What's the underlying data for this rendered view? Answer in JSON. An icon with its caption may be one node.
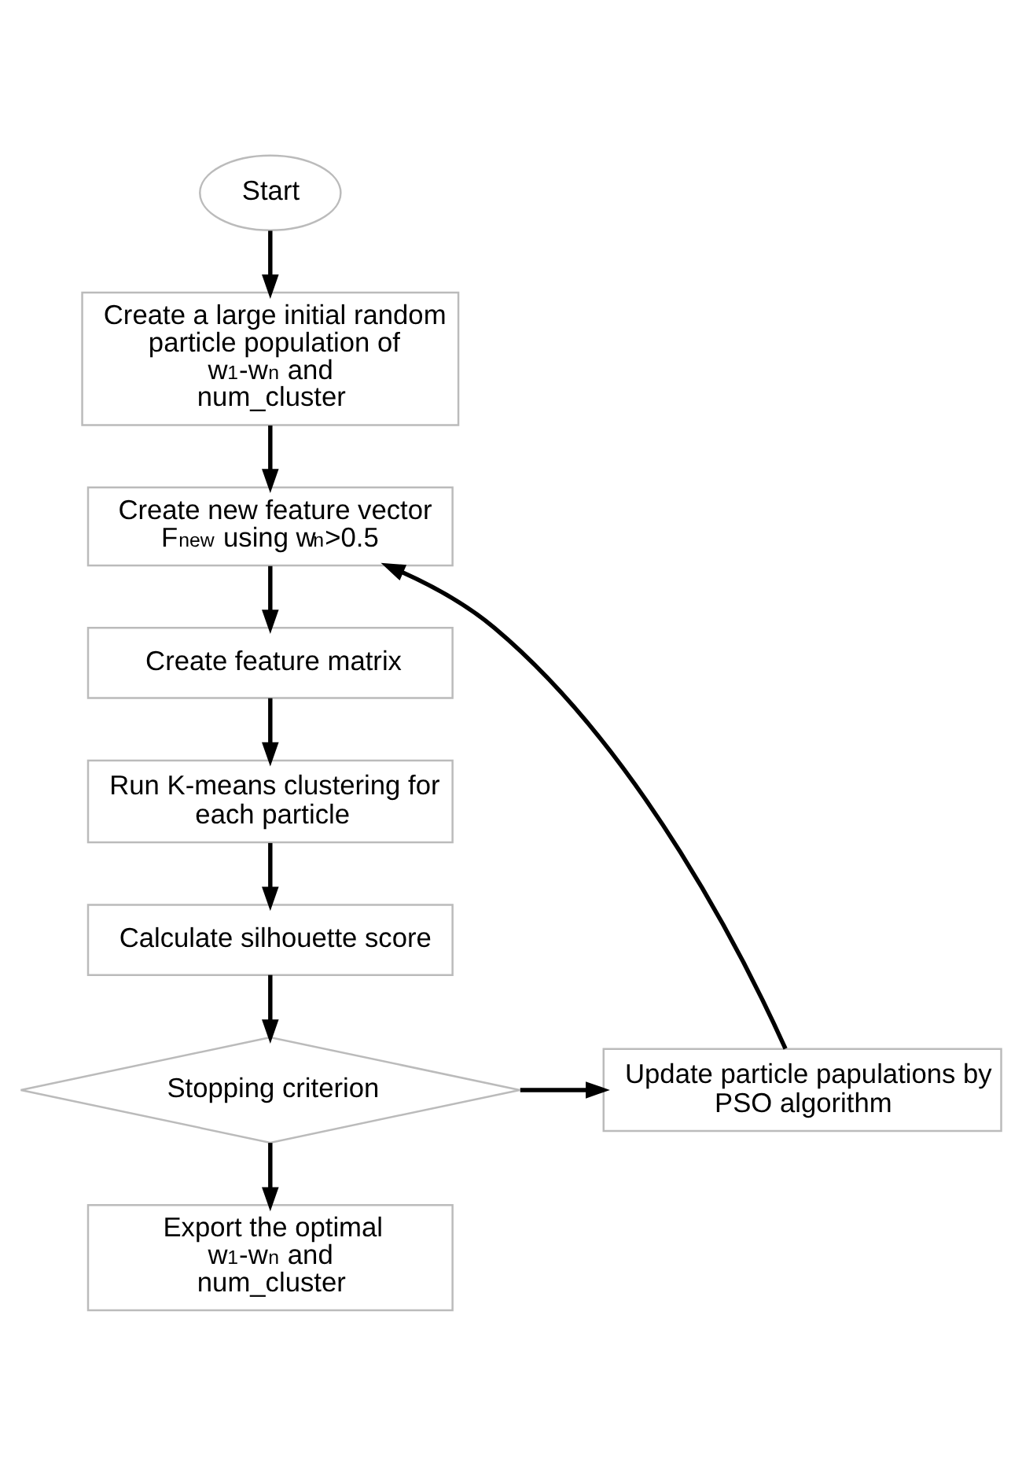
{
  "diagram": {
    "nodes": [
      {
        "text": [
          "Start"
        ]
      },
      {
        "text": [
          "Create a large initial random particle population of w$_{1}$-w$_{n}$ and num_cluster"
        ]
      },
      {
        "text": [
          "Create new feature vector F$_{new}$ using w$_{n}$>0.5"
        ]
      },
      {
        "text": [
          "Create feature matrix"
        ]
      },
      {
        "text": [
          "Run K-means clustering for each particle"
        ]
      },
      {
        "text": [
          "Calculate silhouette score"
        ]
      },
      {
        "text": [
          "Stopping criterion"
        ]
      },
      {
        "text": [
          "Update particle papulations by PSO algorithm"
        ]
      },
      {
        "text": [
          "Export the optimal w$_{1}$-w$_{n}$ and num_cluster"
        ]
      }
    ],
    "edges": [
      {
        "from": 0,
        "to": 1,
        "arrow": "to"
      },
      {
        "from": 1,
        "to": 2,
        "arrow": "to"
      },
      {
        "from": 2,
        "to": 3,
        "arrow": "to"
      },
      {
        "from": 3,
        "to": 4,
        "arrow": "to"
      },
      {
        "from": 4,
        "to": 5,
        "arrow": "to"
      },
      {
        "from": 5,
        "to": 6,
        "arrow": "to"
      },
      {
        "from": 6,
        "to": 7,
        "arrow": "to"
      },
      {
        "from": 7,
        "to": 2,
        "arrow": "to"
      },
      {
        "from": 6,
        "to": 8,
        "arrow": "to"
      }
    ]
  }
}
